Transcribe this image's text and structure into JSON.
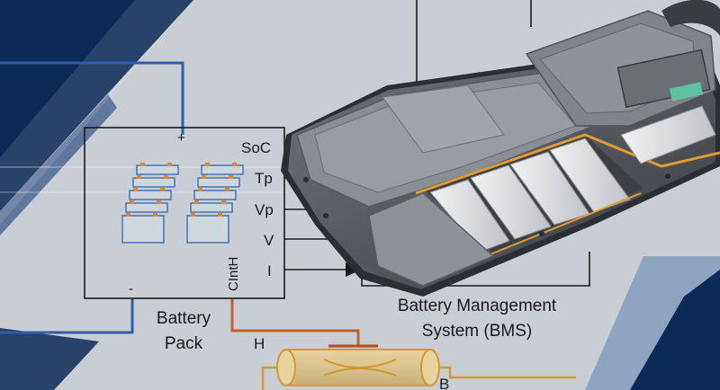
{
  "battery_block": {
    "plus": "+",
    "minus": "-",
    "ports": [
      "SoC",
      "Tp",
      "Vp",
      "V",
      "I"
    ],
    "bottom_port": "CIntH",
    "label_line1": "Battery",
    "label_line2": "Pack"
  },
  "bms_block": {
    "port_i": "I",
    "label_line1": "Battery Management",
    "label_line2": "System (BMS)"
  },
  "thermal": {
    "h_label": "H",
    "b_label": "B"
  },
  "colors": {
    "navy": "#0b2a56",
    "gray_bg": "#c9ced4",
    "blue_wire": "#2f5fa8",
    "orange_wire": "#c0622a",
    "gold_wire": "#d39a2b"
  }
}
